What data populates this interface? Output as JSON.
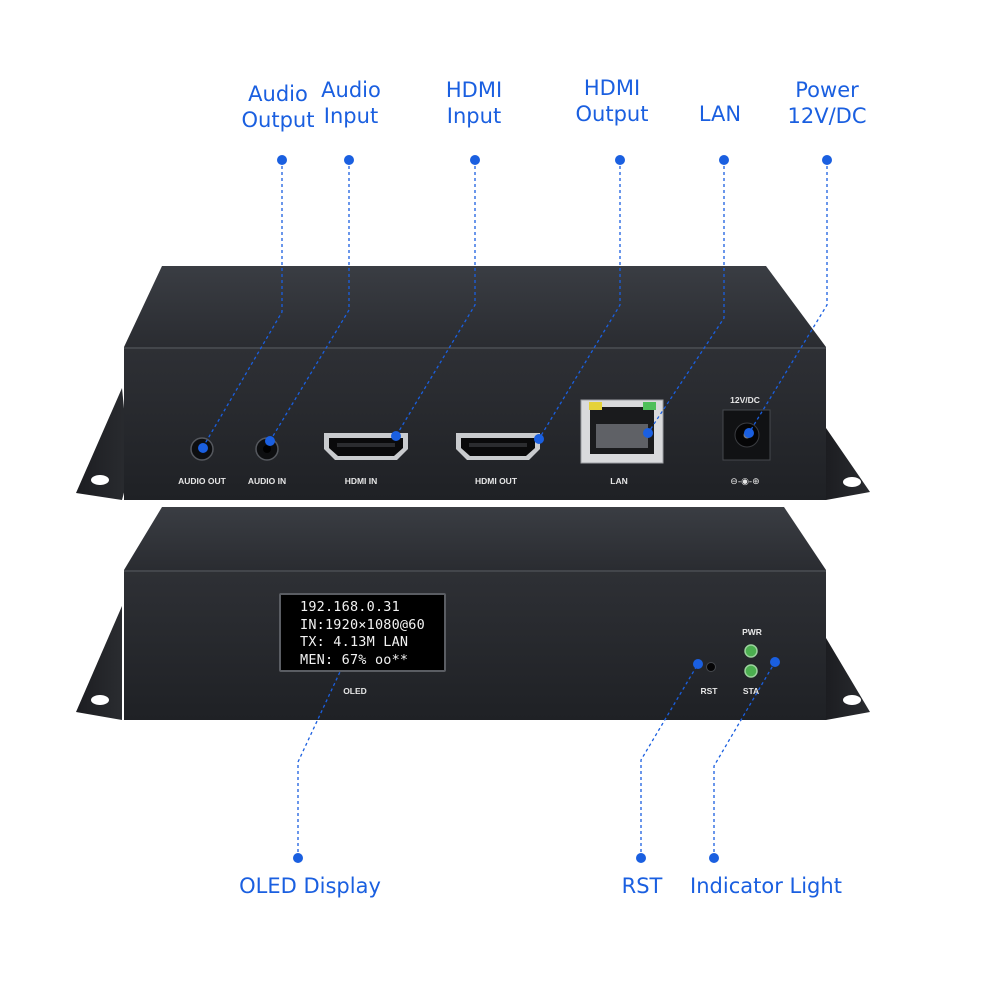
{
  "callouts": {
    "audio_output": [
      "Audio",
      "Output"
    ],
    "audio_input": [
      "Audio",
      "Input"
    ],
    "hdmi_input": [
      "HDMI",
      "Input"
    ],
    "hdmi_output": [
      "HDMI",
      "Output"
    ],
    "lan": [
      "LAN"
    ],
    "power": [
      "Power",
      "12V/DC"
    ],
    "oled_display": [
      "OLED Display"
    ],
    "rst": [
      "RST"
    ],
    "indicator_light": [
      "Indicator Light"
    ]
  },
  "rear_panel": {
    "audio_out": "AUDIO OUT",
    "audio_in": "AUDIO IN",
    "hdmi_in": "HDMI IN",
    "hdmi_out": "HDMI OUT",
    "lan": "LAN",
    "power": "12V/DC",
    "polarity": "⊖-◉-⊕"
  },
  "front_panel": {
    "oled_lines": [
      "192.168.0.31",
      "IN:1920×1080@60",
      "TX: 4.13M LAN",
      "MEN: 67% oo**"
    ],
    "oled_label": "OLED",
    "rst_label": "RST",
    "pwr_label": "PWR",
    "sta_label": "STA"
  },
  "colors": {
    "callout": "#1a5fe0",
    "device": "#25272c",
    "led": "#4caf50"
  },
  "icons": [
    "audio-jack-icon",
    "hdmi-port-icon",
    "rj45-port-icon",
    "dc-jack-icon",
    "led-icon",
    "reset-button-icon",
    "mounting-ear-icon"
  ]
}
